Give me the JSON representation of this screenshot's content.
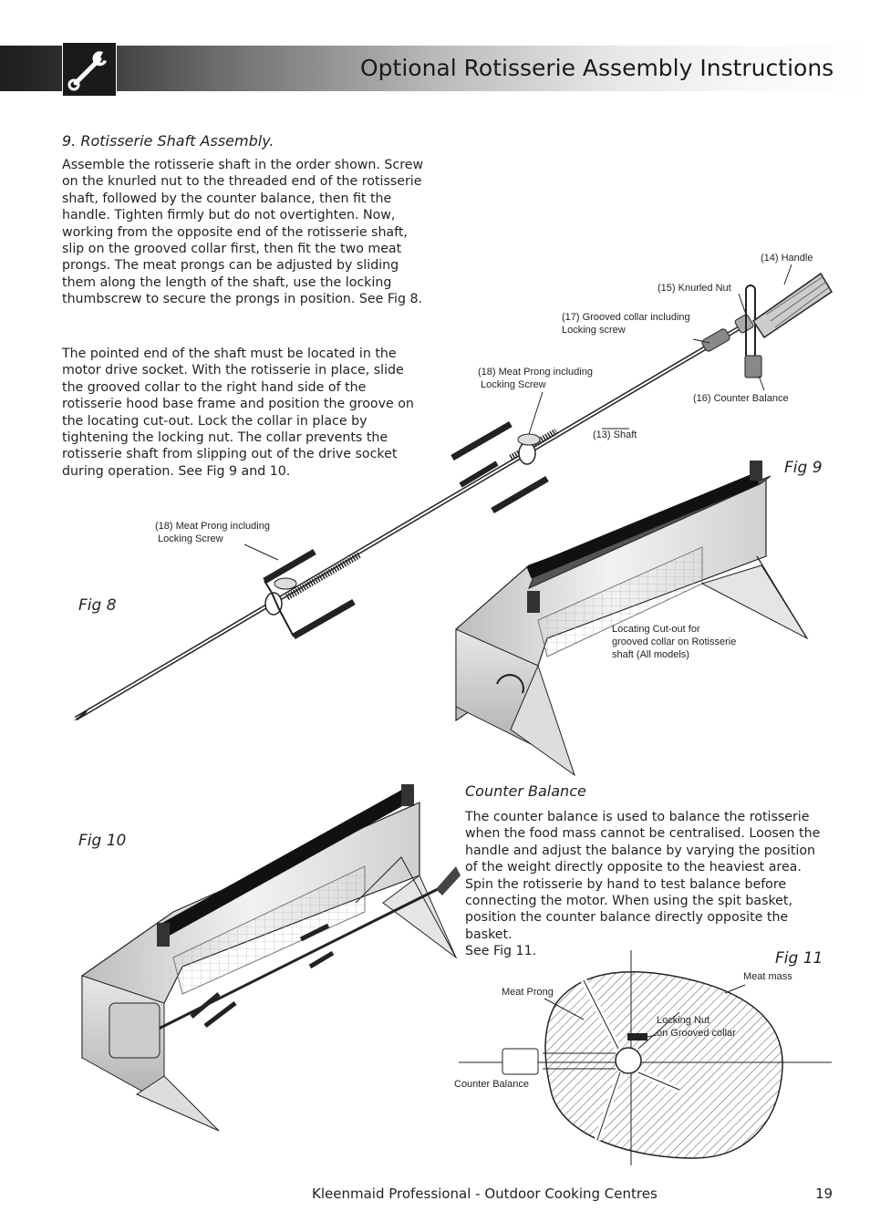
{
  "header": {
    "title": "Optional Rotisserie Assembly Instructions",
    "icon": "wrench-icon"
  },
  "section1": {
    "title": "9. Rotisserie Shaft Assembly.",
    "para1": "Assemble the rotisserie shaft in the order shown. Screw on the knurled nut to the threaded end of the rotisserie shaft, followed by the counter balance, then fit the handle. Tighten firmly but do not overtighten. Now, working from the opposite end of the rotisserie shaft, slip on the grooved collar first, then fit the two meat prongs. The meat prongs can be adjusted by sliding them along the length of the shaft, use the locking thumbscrew to secure the prongs in position. See Fig 8.",
    "para2": "The pointed end of the shaft must be located in the motor drive socket. With the rotisserie in place, slide the grooved collar to the right hand side of the rotisserie hood base frame and position the groove on the locating cut-out. Lock the collar in place by tightening the locking nut. The collar prevents the rotisserie shaft from slipping out of the drive socket during operation. See Fig 9 and 10."
  },
  "fig8": {
    "label": "Fig 8",
    "callouts": {
      "handle": "(14) Handle",
      "knurled_nut": "(15) Knurled Nut",
      "grooved_collar": "(17) Grooved collar including\nLocking screw",
      "meat_prong_upper": "(18) Meat Prong including\n Locking Screw",
      "counter_balance": "(16) Counter Balance",
      "shaft": "(13) Shaft",
      "meat_prong_lower": "(18) Meat Prong including\n Locking Screw"
    }
  },
  "fig9": {
    "label": "Fig 9",
    "callout": "Locating Cut-out for\ngrooved collar on Rotisserie\nshaft (All models)"
  },
  "fig10": {
    "label": "Fig 10"
  },
  "section2": {
    "title": "Counter Balance",
    "para": "The counter balance is used to balance the rotisserie when the food mass cannot be centralised. Loosen the handle and adjust the balance by varying the position of the weight directly opposite to the heaviest area. Spin the rotisserie by hand to test balance before connecting the motor. When using the spit basket, position the counter balance directly opposite the basket.\nSee Fig 11."
  },
  "fig11": {
    "label": "Fig 11",
    "callouts": {
      "meat_mass": "Meat mass",
      "meat_prong": "Meat Prong",
      "locking_nut": "Locking Nut\non Grooved collar",
      "counter_balance": "Counter Balance"
    }
  },
  "footer": {
    "text": "Kleenmaid Professional - Outdoor Cooking Centres",
    "page": "19"
  }
}
